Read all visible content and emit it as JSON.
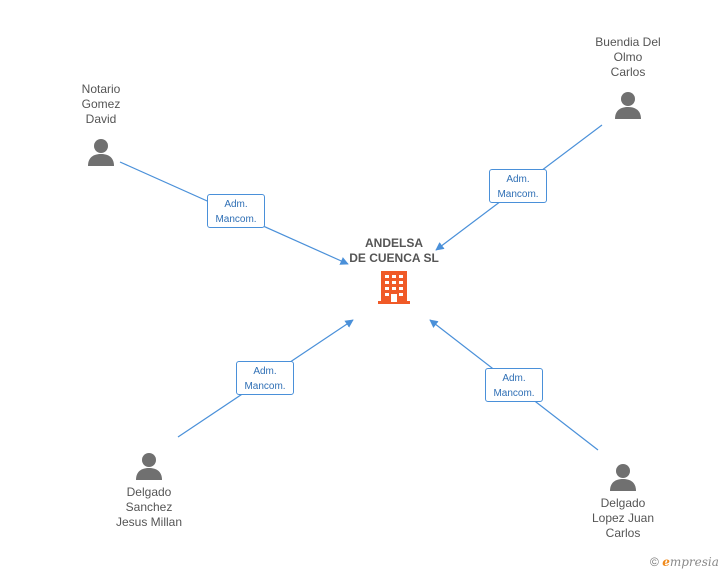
{
  "company": {
    "name_line1": "ANDELSA",
    "name_line2": "DE CUENCA SL",
    "icon": "building-icon",
    "color": "#f05a28"
  },
  "people": [
    {
      "id": "notario",
      "lines": [
        "Notario",
        "Gomez",
        "David"
      ],
      "icon": "person-icon"
    },
    {
      "id": "buendia",
      "lines": [
        "Buendia Del",
        "Olmo",
        "Carlos"
      ],
      "icon": "person-icon"
    },
    {
      "id": "delgado-sanchez",
      "lines": [
        "Delgado",
        "Sanchez",
        "Jesus Millan"
      ],
      "icon": "person-icon"
    },
    {
      "id": "delgado-lopez",
      "lines": [
        "Delgado",
        "Lopez Juan",
        "Carlos"
      ],
      "icon": "person-icon"
    }
  ],
  "relations": [
    {
      "label_line1": "Adm.",
      "label_line2": "Mancom."
    },
    {
      "label_line1": "Adm.",
      "label_line2": "Mancom."
    },
    {
      "label_line1": "Adm.",
      "label_line2": "Mancom."
    },
    {
      "label_line1": "Adm.",
      "label_line2": "Mancom."
    }
  ],
  "colors": {
    "edge": "#4a90d9",
    "person": "#707070"
  },
  "footer": {
    "copyright": "©",
    "brand_e": "e",
    "brand_rest": "mpresia"
  }
}
